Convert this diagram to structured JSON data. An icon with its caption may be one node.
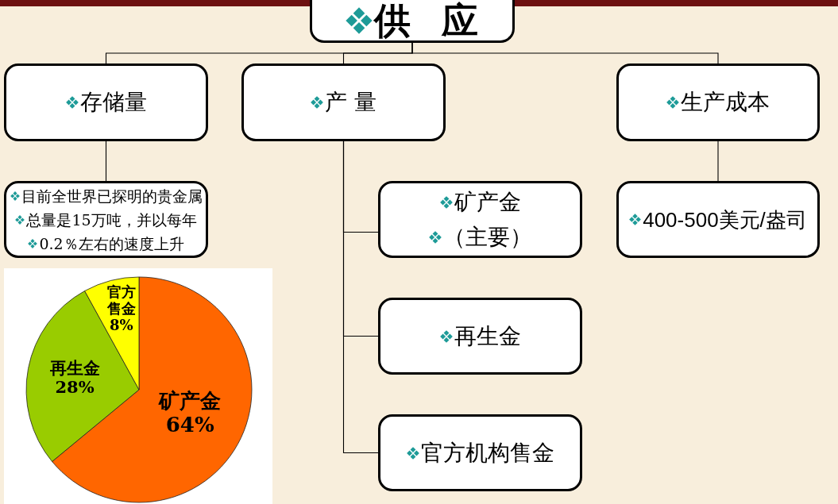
{
  "diagram": {
    "nodes": [
      {
        "text": [
          "供 应"
        ]
      },
      {
        "text": [
          "存储量"
        ]
      },
      {
        "text": [
          "产 量"
        ]
      },
      {
        "text": [
          "生产成本"
        ]
      },
      {
        "text": [
          "目前全世界已探明的贵金属",
          "总量是15万吨，并以每年",
          "0.2％左右的速度上升"
        ]
      },
      {
        "text": [
          "矿产金",
          "（主要）"
        ]
      },
      {
        "text": [
          "400-500美元/盎司"
        ]
      },
      {
        "text": [
          "再生金"
        ]
      },
      {
        "text": [
          "官方机构售金"
        ]
      }
    ],
    "edges": [
      {
        "from": 0,
        "to": 1,
        "arrow": "none"
      },
      {
        "from": 0,
        "to": 2,
        "arrow": "none"
      },
      {
        "from": 0,
        "to": 3,
        "arrow": "none"
      },
      {
        "from": 1,
        "to": 4,
        "arrow": "none"
      },
      {
        "from": 2,
        "to": 5,
        "arrow": "none"
      },
      {
        "from": 2,
        "to": 7,
        "arrow": "none"
      },
      {
        "from": 2,
        "to": 8,
        "arrow": "none"
      },
      {
        "from": 3,
        "to": 6,
        "arrow": "none"
      }
    ],
    "chart_data": {
      "type": "pie",
      "categories": [
        "矿产金",
        "再生金",
        "官方售金"
      ],
      "values": [
        64,
        28,
        8
      ],
      "value_labels": [
        "64%",
        "28%",
        "8%"
      ]
    }
  }
}
